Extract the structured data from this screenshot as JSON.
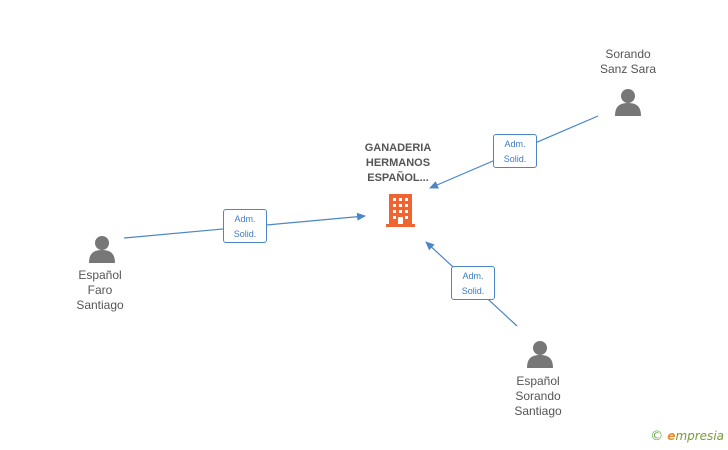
{
  "company": {
    "name": "GANADERIA\nHERMANOS\nESPAÑOL...",
    "color": "#f06432"
  },
  "persons": [
    {
      "id": "sorando-sanz-sara",
      "name": "Sorando\nSanz Sara"
    },
    {
      "id": "espanol-faro-santiago",
      "name": "Español\nFaro\nSantiago"
    },
    {
      "id": "espanol-sorando-santiago",
      "name": "Español\nSorando\nSantiago"
    }
  ],
  "edges": [
    {
      "from": "sorando-sanz-sara",
      "label": "Adm.\nSolid."
    },
    {
      "from": "espanol-faro-santiago",
      "label": "Adm.\nSolid."
    },
    {
      "from": "espanol-sorando-santiago",
      "label": "Adm.\nSolid."
    }
  ],
  "colors": {
    "edge": "#4a86c8",
    "person_icon": "#777777"
  },
  "brand": {
    "copyright": "©",
    "e": "e",
    "rest": "mpresia"
  }
}
